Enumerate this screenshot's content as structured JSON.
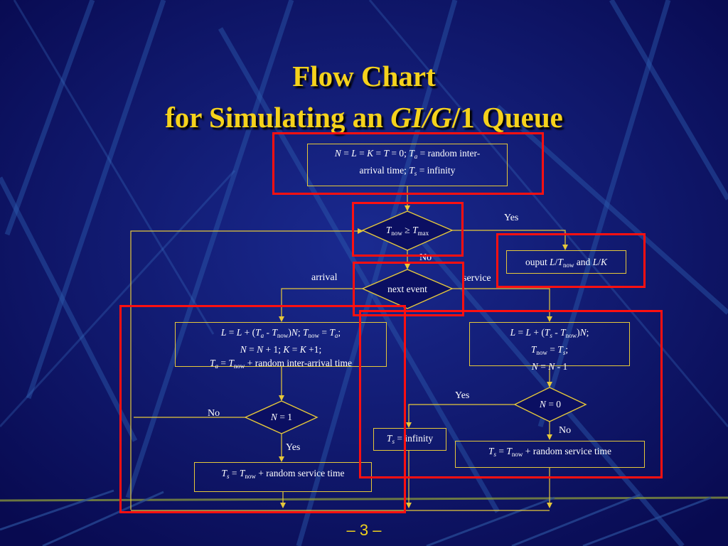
{
  "title": {
    "line1": "Flow Chart",
    "line2_prefix": "for Simulating an ",
    "line2_italic": "GI/G",
    "line2_suffix": "/1 Queue"
  },
  "nodes": {
    "init": {
      "text": "N = L = K = T = 0;  Ta = random inter-arrival time;  Ts = infinity"
    },
    "check_time": {
      "text": "Tnow ≥ Tmax"
    },
    "output": {
      "text": "ouput L/Tnow and L/K"
    },
    "next_event": {
      "text": "next event"
    },
    "arrival_update": {
      "text": "L = L + (Ta - Tnow)N;  Tnow = Ta;  N = N + 1;  K = K +1;  Ta = Tnow + random inter-arrival time"
    },
    "service_update": {
      "text": "L = L + (Ts - Tnow)N;  Tnow = Ts;  N = N - 1"
    },
    "check_n1": {
      "text": "N = 1"
    },
    "check_n0": {
      "text": "N = 0"
    },
    "arrival_service": {
      "text": "Ts = Tnow + random service time"
    },
    "ts_infinity": {
      "text": "Ts = infinity"
    },
    "service_service": {
      "text": "Ts = Tnow + random service time"
    }
  },
  "edge_labels": {
    "yes_max": "Yes",
    "no_max": "No",
    "arrival": "arrival",
    "service": "service",
    "no_n1": "No",
    "yes_n1": "Yes",
    "yes_n0": "Yes",
    "no_n0": "No"
  },
  "colors": {
    "background": "#0a0c5c",
    "title": "#f5d21c",
    "lines": "#e6c83a",
    "highlight": "#ff1010"
  },
  "page_number": "– 3 –"
}
